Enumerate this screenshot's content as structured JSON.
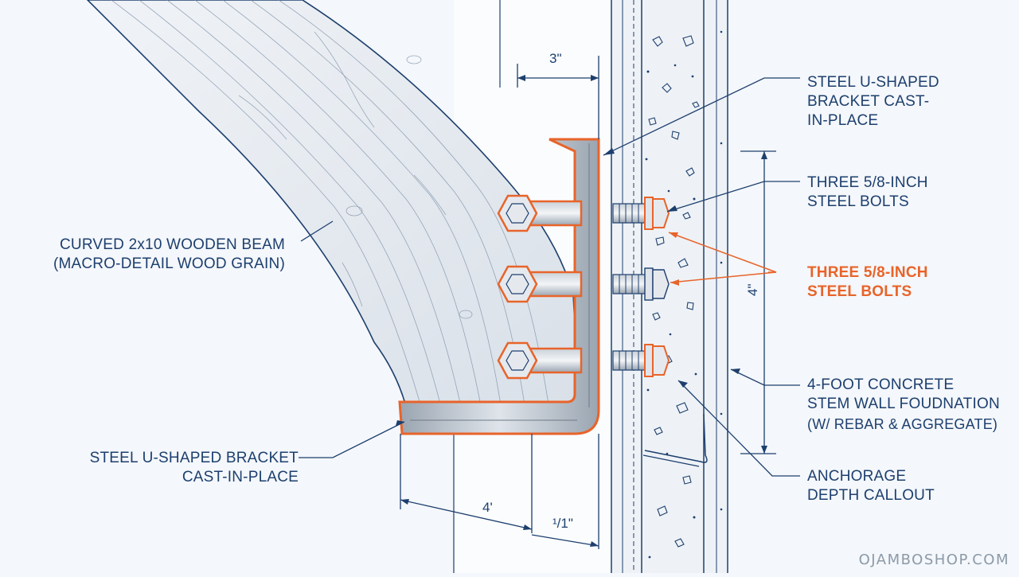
{
  "labels": {
    "bracket_top": "STEEL U-SHAPED\nBRACKET CAST-\nIN-PLACE",
    "bolts_right": "THREE 5/8-INCH\nSTEEL BOLTS",
    "bolts_highlight": "THREE 5/8-INCH\nSTEEL BOLTS",
    "beam": "CURVED 2x10 WOODEN BEAM\n(MACRO-DETAIL WOOD GRAIN)",
    "foundation_main": "4-FOOT CONCRETE\nSTEM WALL FOUDNATION",
    "foundation_sub": "(W/ REBAR & AGGREGATE)",
    "bracket_bottom": "STEEL U-SHAPED BRACKET\nCAST-IN-PLACE",
    "anchorage": "ANCHORAGE\nDEPTH CALLOUT"
  },
  "dimensions": {
    "top_width": "3\"",
    "vertical": "4\"",
    "bottom_width": "4'",
    "bottom_offset": "¹/1\""
  },
  "watermark": "OJAMBOSHOP.COM",
  "colors": {
    "line": "#1d3f6e",
    "accent": "#e8642a",
    "steel": "#b7c0c9",
    "concrete": "#eef2f6",
    "background": "#f4f7fb"
  }
}
